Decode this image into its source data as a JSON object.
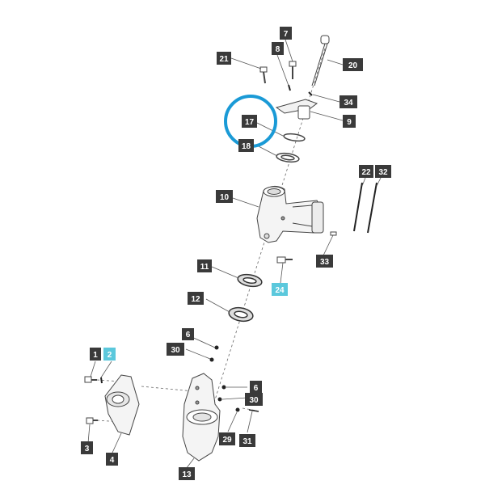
{
  "diagram": {
    "colors": {
      "label_bg": "#3a3a3a",
      "label_highlight_bg": "#5bc8dc",
      "label_text": "#ffffff",
      "highlight_ring": "#1a9ad6",
      "line": "#555555"
    },
    "callouts": [
      {
        "id": "c21",
        "text": "21",
        "highlight": false
      },
      {
        "id": "c7",
        "text": "7",
        "highlight": false
      },
      {
        "id": "c8",
        "text": "8",
        "highlight": false
      },
      {
        "id": "c20",
        "text": "20",
        "highlight": false
      },
      {
        "id": "c34",
        "text": "34",
        "highlight": false
      },
      {
        "id": "c17",
        "text": "17",
        "highlight": false
      },
      {
        "id": "c9",
        "text": "9",
        "highlight": false
      },
      {
        "id": "c18",
        "text": "18",
        "highlight": false
      },
      {
        "id": "c22",
        "text": "22",
        "highlight": false
      },
      {
        "id": "c32",
        "text": "32",
        "highlight": false
      },
      {
        "id": "c10",
        "text": "10",
        "highlight": false
      },
      {
        "id": "c33",
        "text": "33",
        "highlight": false
      },
      {
        "id": "c11",
        "text": "11",
        "highlight": false
      },
      {
        "id": "c24",
        "text": "24",
        "highlight": true
      },
      {
        "id": "c12",
        "text": "12",
        "highlight": false
      },
      {
        "id": "c6a",
        "text": "6",
        "highlight": false
      },
      {
        "id": "c30a",
        "text": "30",
        "highlight": false
      },
      {
        "id": "c1",
        "text": "1",
        "highlight": false
      },
      {
        "id": "c2",
        "text": "2",
        "highlight": true
      },
      {
        "id": "c6b",
        "text": "6",
        "highlight": false
      },
      {
        "id": "c30b",
        "text": "30",
        "highlight": false
      },
      {
        "id": "c3",
        "text": "3",
        "highlight": false
      },
      {
        "id": "c4",
        "text": "4",
        "highlight": false
      },
      {
        "id": "c29",
        "text": "29",
        "highlight": false
      },
      {
        "id": "c31",
        "text": "31",
        "highlight": false
      },
      {
        "id": "c13",
        "text": "13",
        "highlight": false
      }
    ]
  }
}
